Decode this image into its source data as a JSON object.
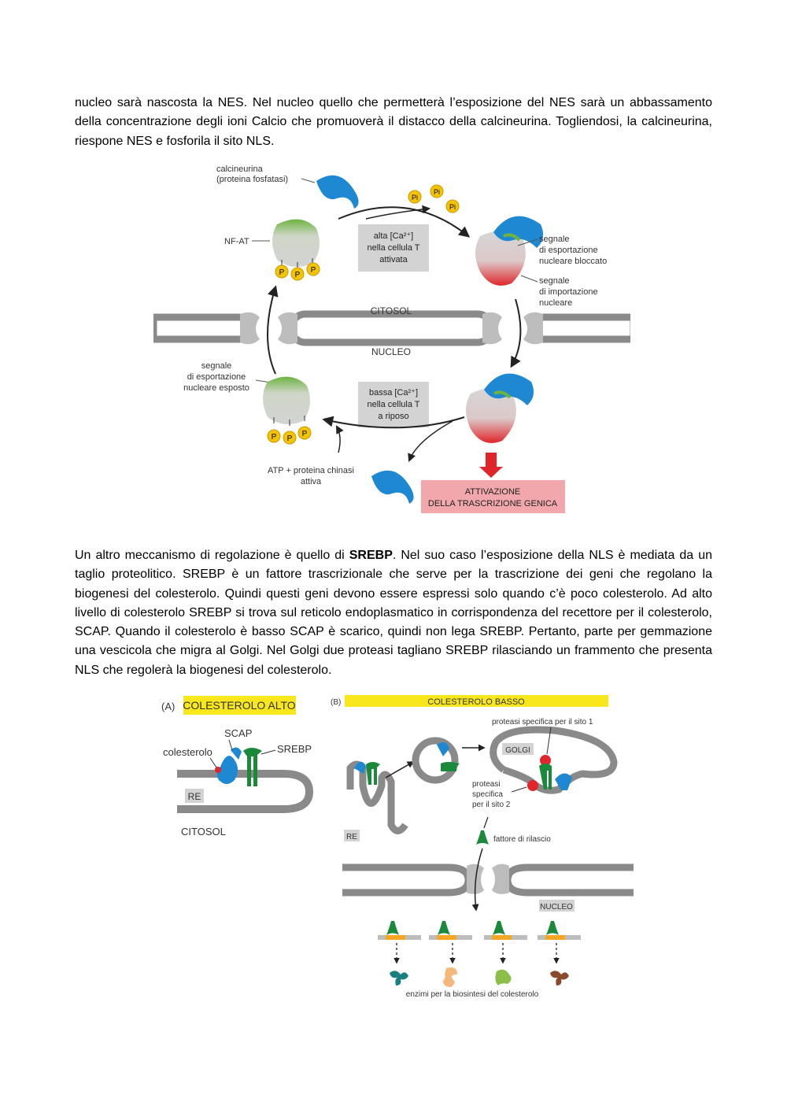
{
  "paragraph1": "nucleo sarà nascosta la NES. Nel nucleo quello che permetterà l’esposizione del NES sarà un abbassamento della concentrazione degli ioni Calcio che promuoverà il distacco della calcineurina. Togliendosi, la calcineurina, riespone NES e fosforila il sito NLS.",
  "paragraph2": {
    "before": "Un altro meccanismo di regolazione è quello di ",
    "bold": "SREBP",
    "after": ". Nel suo caso l’esposizione della NLS è mediata da un taglio proteolitico. SREBP è un fattore trascrizionale che serve per la trascrizione dei geni che regolano la biogenesi del colesterolo. Quindi questi geni devono essere espressi solo quando c’è poco colesterolo. Ad alto livello di colesterolo SREBP si trova sul reticolo endoplasmatico in corrispondenza del recettore per il colesterolo, SCAP. Quando il colesterolo è basso SCAP è scarico, quindi non lega SREBP. Pertanto, parte per gemmazione una vescicola che migra al Golgi. Nel Golgi due proteasi tagliano SREBP rilasciando un frammento che presenta NLS che regolerà la biogenesi del colesterolo."
  },
  "figure1": {
    "calcineurina_line1": "calcineurina",
    "calcineurina_line2": "(proteina fosfatasi)",
    "nfat": "NF-AT",
    "phosphate": "P",
    "pi": "Pi",
    "alta_line1": "alta [Ca²⁺]",
    "alta_line2": "nella cellula T",
    "alta_line3": "attivata",
    "bassa_line1": "bassa [Ca²⁺]",
    "bassa_line2": "nella cellula T",
    "bassa_line3": "a riposo",
    "export_blocked_line1": "segnale",
    "export_blocked_line2": "di esportazione",
    "export_blocked_line3": "nucleare bloccato",
    "import_line1": "segnale",
    "import_line2": "di importazione",
    "import_line3": "nucleare",
    "export_exposed_line1": "segnale",
    "export_exposed_line2": "di esportazione",
    "export_exposed_line3": "nucleare esposto",
    "citosol": "CITOSOL",
    "nucleo": "NUCLEO",
    "atp_line1": "ATP + proteina chinasi",
    "atp_line2": "attiva",
    "activation_line1": "ATTIVAZIONE",
    "activation_line2": "DELLA TRASCRIZIONE GENICA"
  },
  "figure2": {
    "panel_a_letter": "(A)",
    "panel_a_title": "COLESTEROLO ALTO",
    "scap": "SCAP",
    "srebp": "SREBP",
    "colesterolo": "colesterolo",
    "re": "RE",
    "citosol": "CITOSOL",
    "panel_b_letter": "(B)",
    "panel_b_title": "COLESTEROLO BASSO",
    "protease1": "proteasi specifica per il sito 1",
    "golgi": "GOLGI",
    "protease2_line1": "proteasi",
    "protease2_line2": "specifica",
    "protease2_line3": "per il sito 2",
    "re_b": "RE",
    "release_factor": "fattore di rilascio",
    "nucleo": "NUCLEO",
    "enzymes": "enzimi per la biosintesi del colesterolo"
  }
}
